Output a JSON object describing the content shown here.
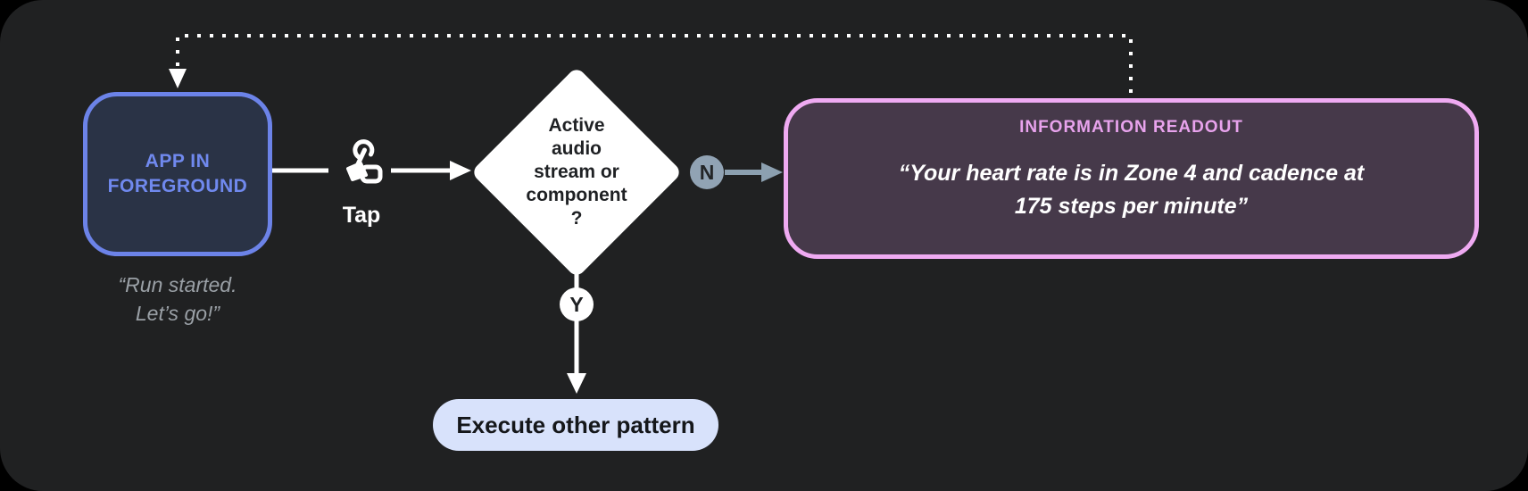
{
  "diagram": {
    "type": "flowchart",
    "flow": {
      "app_node": {
        "label": "APP IN\nFOREGROUND",
        "caption": "“Run started.\nLet’s go!”"
      },
      "tap": {
        "label": "Tap",
        "icon": "tap-gesture-icon"
      },
      "decision": {
        "label": "Active\naudio\nstream or\ncomponent\n?"
      },
      "branch_no": {
        "badge": "N"
      },
      "branch_yes": {
        "badge": "Y"
      },
      "readout": {
        "title": "INFORMATION READOUT",
        "quote": "“Your heart rate is in Zone 4 and cadence at\n175 steps per minute”"
      },
      "other_pattern": {
        "label": "Execute other pattern"
      }
    },
    "connectors": {
      "feedback_loop": "dotted line from readout top back to app node top",
      "app_to_decision": "solid white arrow through Tap gesture",
      "decision_no_to_readout": "slate arrow via N badge",
      "decision_yes_to_pill": "white arrow via Y badge"
    },
    "colors": {
      "canvas_bg": "#202122",
      "outer_bg": "#000000",
      "app_border": "#6C83E8",
      "app_fill": "#2A3346",
      "app_text": "#7089EE",
      "caption_text": "#9AA0A6",
      "diamond_fill": "#FFFFFF",
      "diamond_text": "#1F2124",
      "n_badge_fill": "#91A3B4",
      "no_arrow": "#8CA0B0",
      "y_badge_fill": "#FFFFFF",
      "readout_border": "#EFAAF2",
      "readout_fill": "#46394A",
      "readout_title": "#E8A3ED",
      "readout_quote": "#FFFFFF",
      "pill_fill": "#D8E2FB",
      "pill_text": "#15171A",
      "connector_white": "#FFFFFF"
    }
  }
}
